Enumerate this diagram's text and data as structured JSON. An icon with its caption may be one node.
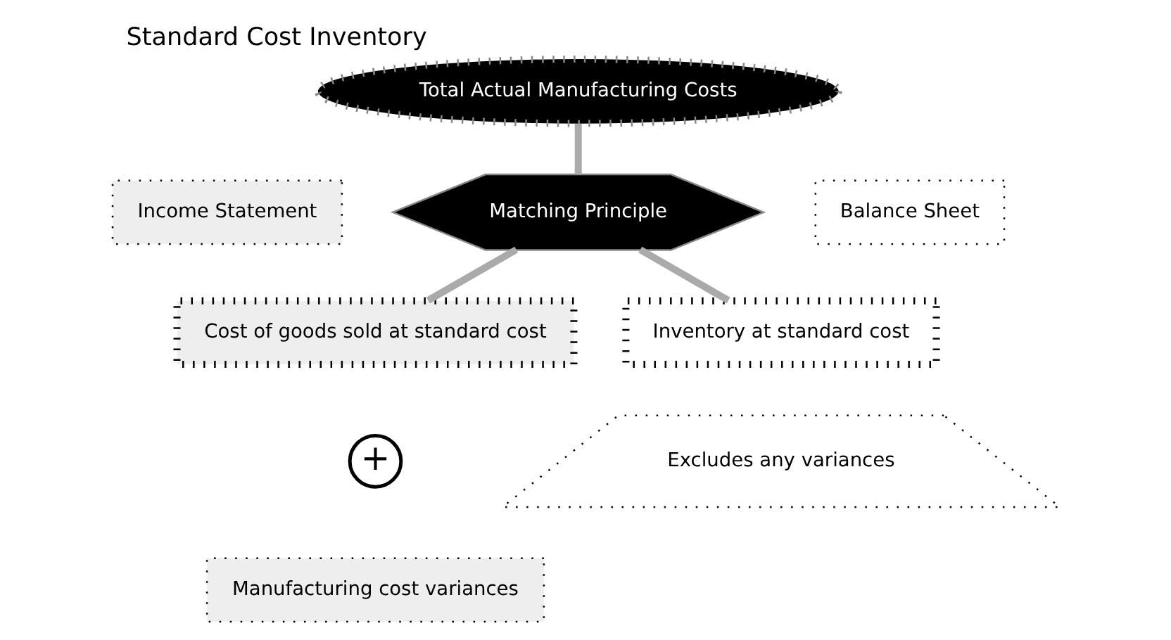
{
  "diagram": {
    "title": "Standard Cost Inventory",
    "nodes": [
      {
        "text": [
          "Total Actual Manufacturing Costs"
        ]
      },
      {
        "text": [
          "Matching Principle"
        ]
      },
      {
        "text": [
          "Income Statement"
        ]
      },
      {
        "text": [
          "Balance Sheet"
        ]
      },
      {
        "text": [
          "Cost of goods sold at standard cost"
        ]
      },
      {
        "text": [
          "Inventory at standard cost"
        ]
      },
      {
        "text": [
          "+"
        ]
      },
      {
        "text": [
          "Manufacturing cost variances"
        ]
      },
      {
        "text": [
          "Excludes any variances"
        ]
      }
    ],
    "edges": [
      {
        "from": 0,
        "to": 1,
        "arrow": "none"
      },
      {
        "from": 1,
        "to": 4,
        "arrow": "none"
      },
      {
        "from": 1,
        "to": 5,
        "arrow": "none"
      }
    ]
  }
}
